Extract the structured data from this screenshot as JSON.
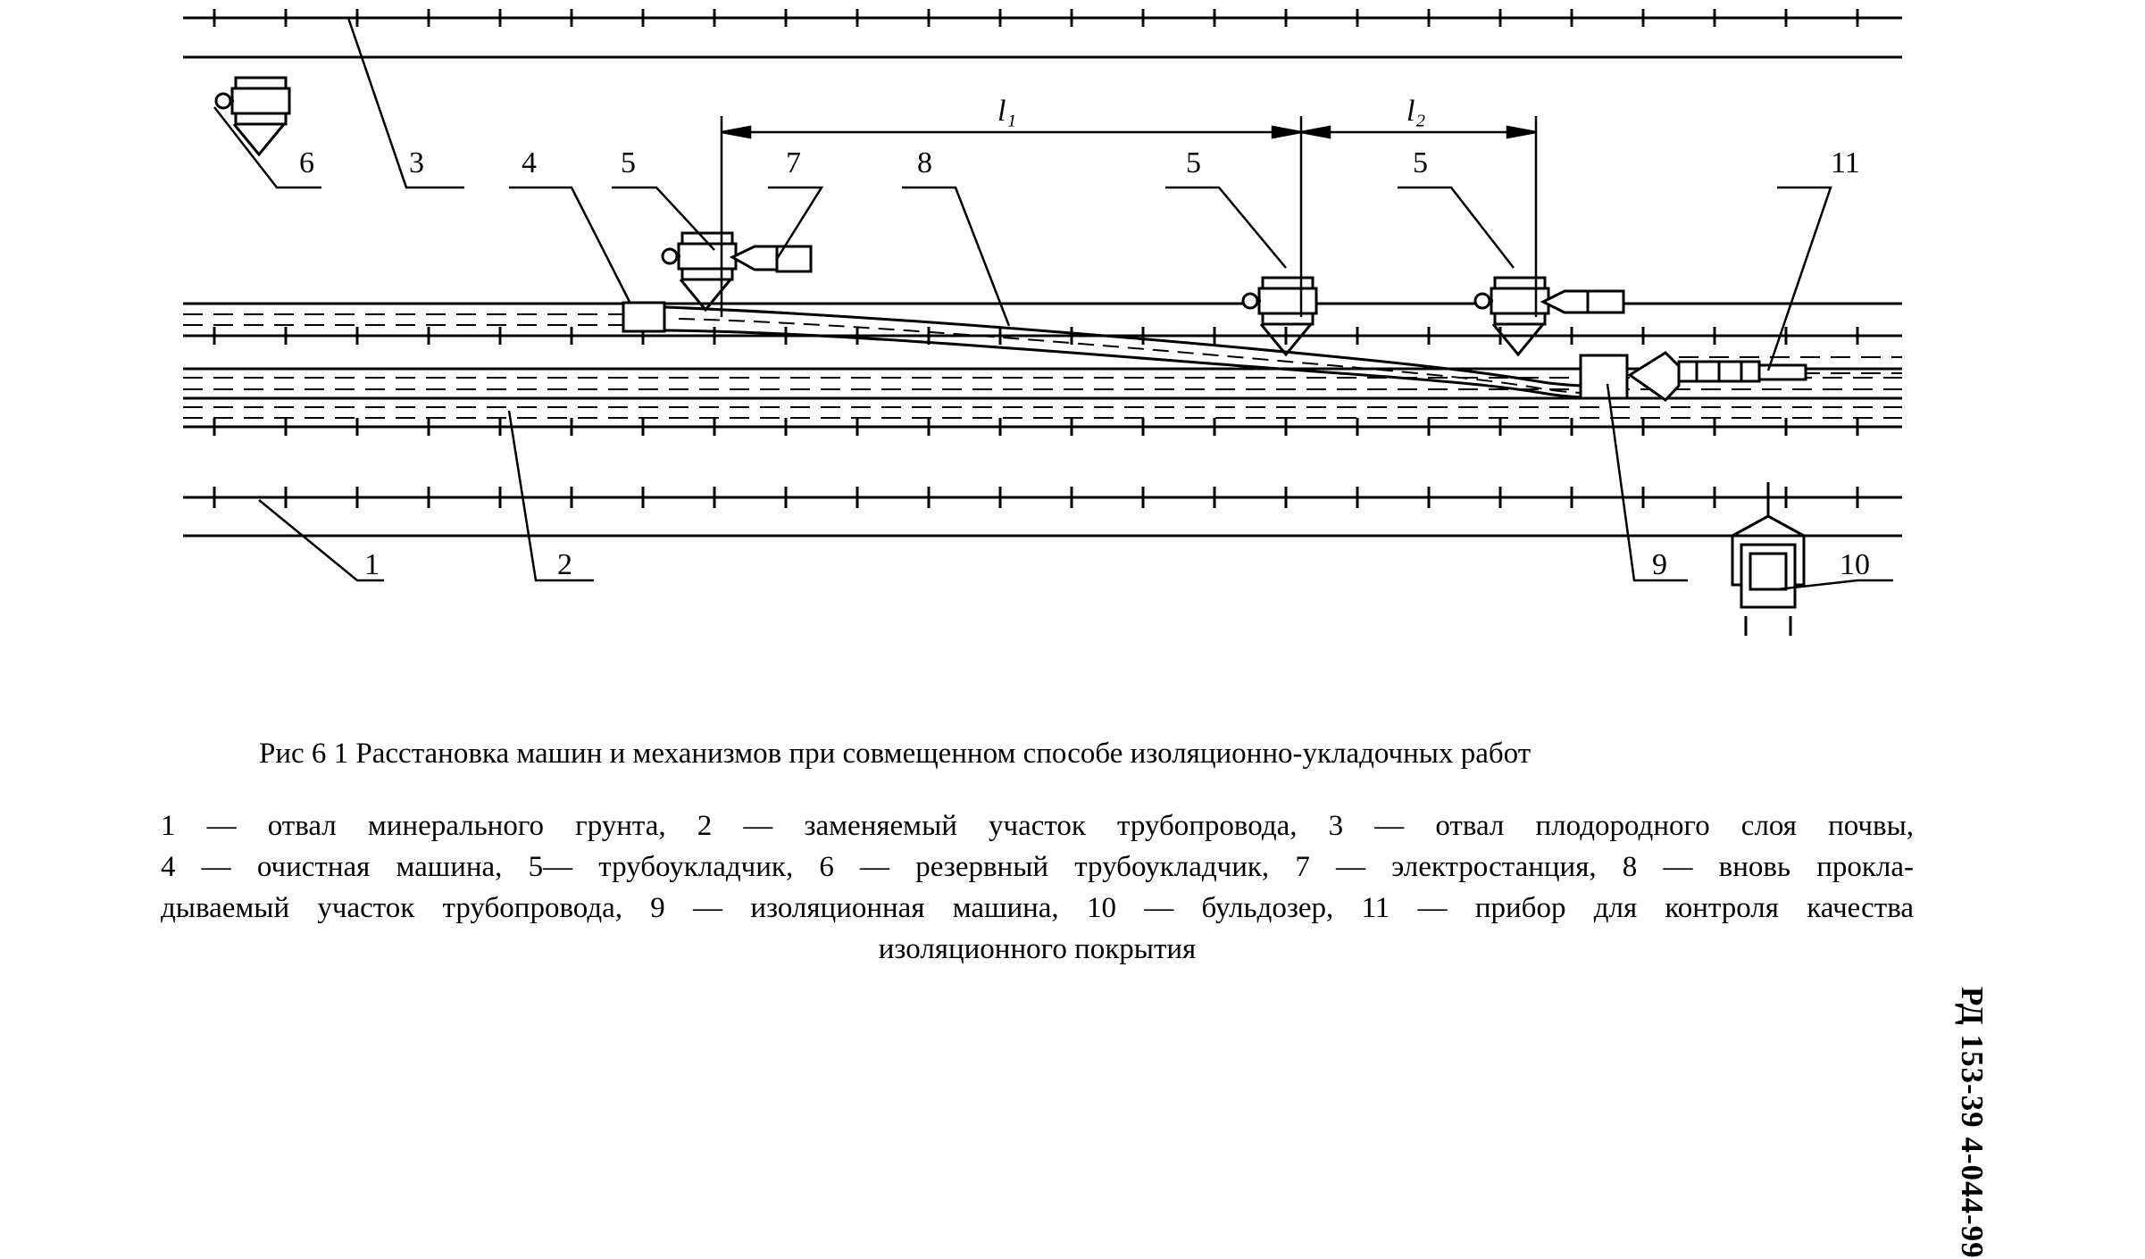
{
  "figure": {
    "labels": {
      "n1": "1",
      "n2": "2",
      "n3": "3",
      "n4": "4",
      "n5a": "5",
      "n5b": "5",
      "n5c": "5",
      "n6": "6",
      "n7": "7",
      "n8": "8",
      "n9": "9",
      "n10": "10",
      "n11": "11",
      "l1": "l₁",
      "l2": "l₂"
    }
  },
  "caption": {
    "title": "Рис  6 1  Расстановка машин и механизмов при совмещенном способе изоляционно-укладочных работ",
    "legend_lines": [
      "1 — отвал минерального грунта, 2 — заменяемый участок трубопровода, 3 — отвал плодородного слоя почвы,",
      "4 — очистная машина, 5— трубоукладчик, 6 — резервный трубоукладчик, 7 — электростанция, 8 — вновь прокла-",
      "дываемый участок трубопровода, 9 — изоляционная машина, 10 — бульдозер, 11 — прибор для контроля качества",
      "изоляционного покрытия"
    ]
  },
  "side": {
    "doc_number": "РД 153-39 4-044-99"
  }
}
